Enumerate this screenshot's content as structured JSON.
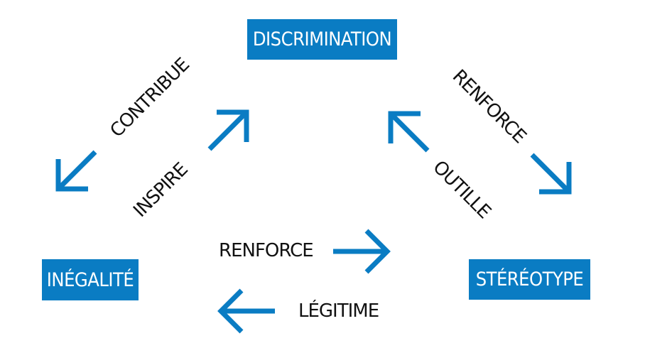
{
  "colors": {
    "accent": "#0a7cc3",
    "text": "#111111",
    "box_text": "#ffffff"
  },
  "nodes": {
    "discrimination": "DISCRIMINATION",
    "inegalite": "INÉGALITÉ",
    "stereotype": "STÉRÉOTYPE"
  },
  "edges": {
    "contribue": "CONTRIBUE",
    "inspire": "INSPIRE",
    "renforce_right": "RENFORCE",
    "outille": "OUTILLE",
    "renforce_bottom": "RENFORCE",
    "legitime": "LÉGITIME"
  },
  "arrows": [
    {
      "id": "arrow-contribue",
      "direction": "down-left"
    },
    {
      "id": "arrow-inspire",
      "direction": "up-right"
    },
    {
      "id": "arrow-outille",
      "direction": "up-left"
    },
    {
      "id": "arrow-renforce-right",
      "direction": "down-right"
    },
    {
      "id": "arrow-renforce-bottom",
      "direction": "right"
    },
    {
      "id": "arrow-legitime",
      "direction": "left"
    }
  ]
}
